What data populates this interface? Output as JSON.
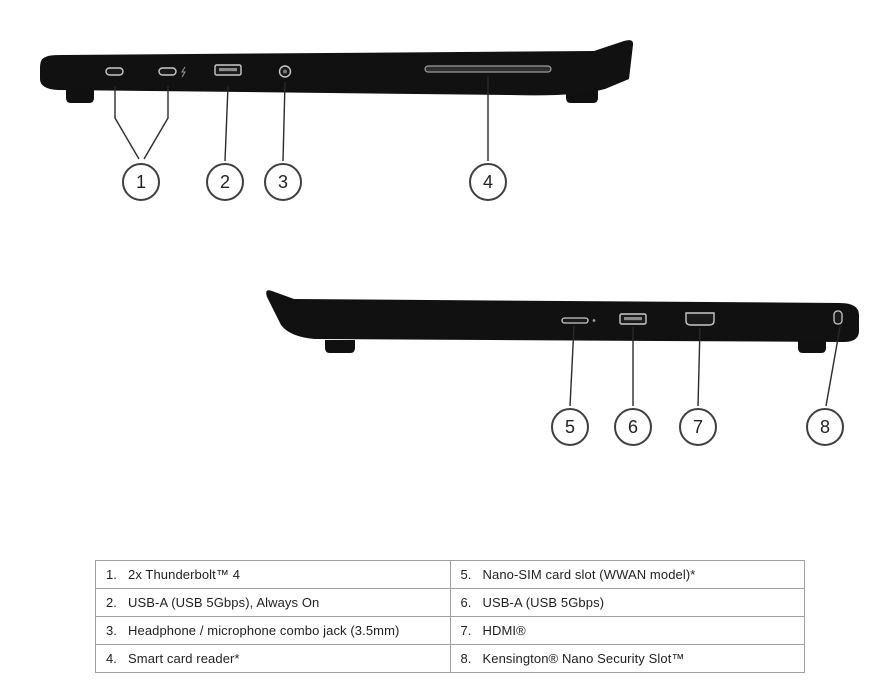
{
  "callouts": [
    "1",
    "2",
    "3",
    "4",
    "5",
    "6",
    "7",
    "8"
  ],
  "table": {
    "rows": [
      {
        "cells": [
          {
            "num": "1.",
            "text": "2x Thunderbolt™ 4"
          },
          {
            "num": "5.",
            "text": "Nano-SIM card slot (WWAN model)*"
          }
        ]
      },
      {
        "cells": [
          {
            "num": "2.",
            "text": "USB-A (USB 5Gbps), Always On"
          },
          {
            "num": "6.",
            "text": "USB-A (USB 5Gbps)"
          }
        ]
      },
      {
        "cells": [
          {
            "num": "3.",
            "text": "Headphone / microphone combo jack (3.5mm)"
          },
          {
            "num": "7.",
            "text": "HDMI®"
          }
        ]
      },
      {
        "cells": [
          {
            "num": "4.",
            "text": "Smart card reader*"
          },
          {
            "num": "8.",
            "text": "Kensington® Nano Security Slot™"
          }
        ]
      }
    ]
  }
}
